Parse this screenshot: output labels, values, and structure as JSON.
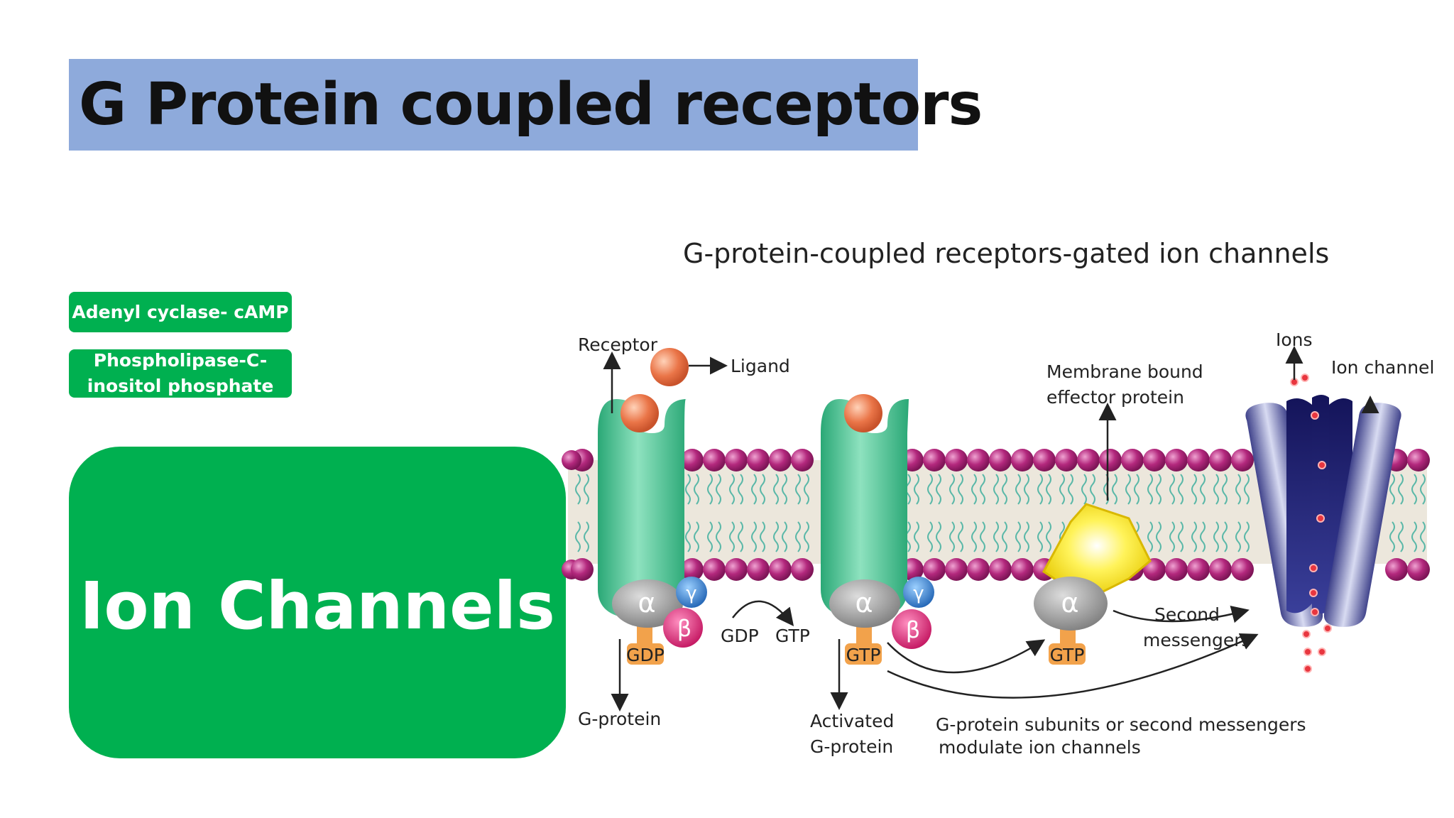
{
  "slide": {
    "title": "G Protein coupled receptors",
    "button_adenyl": "Adenyl cyclase- cAMP",
    "button_phospho_line1": "Phospholipase-C-",
    "button_phospho_line2": "inositol phosphate",
    "ion_channels": "Ion Channels"
  },
  "diagram": {
    "title": "G-protein-coupled receptors-gated ion channels",
    "labels": {
      "receptor": "Receptor",
      "ligand": "Ligand",
      "membrane_line1": "Membrane bound",
      "membrane_line2": "effector protein",
      "ions": "Ions",
      "ion_channel": "Ion channel",
      "gdp_chip": "GDP",
      "gtp_chip1": "GTP",
      "gtp_chip2": "GTP",
      "gdp_exchange": "GDP",
      "gtp_exchange": "GTP",
      "g_protein": "G-protein",
      "activated_line1": "Activated",
      "activated_line2": "G-protein",
      "second_line1": "Second",
      "second_line2": "messengers",
      "subunits_line1": "G-protein subunits or second messengers",
      "subunits_line2": "modulate ion channels"
    },
    "greek": {
      "alpha": "α",
      "beta": "β",
      "gamma": "γ"
    },
    "colors": {
      "title_bg": "#8eaadb",
      "green": "#00b050",
      "receptor": "#3dbf8a",
      "ligand": "#ea7548",
      "phospholipid_head": "#b3287d",
      "alpha_subunit": "#9a9a9a",
      "beta_subunit": "#e0287a",
      "gamma_subunit": "#2f7fd0",
      "nucleotide_chip": "#f2a24b",
      "effector": "#ffe400",
      "ion_channel": "#4a4f9a",
      "ions": "#e8363f"
    }
  }
}
